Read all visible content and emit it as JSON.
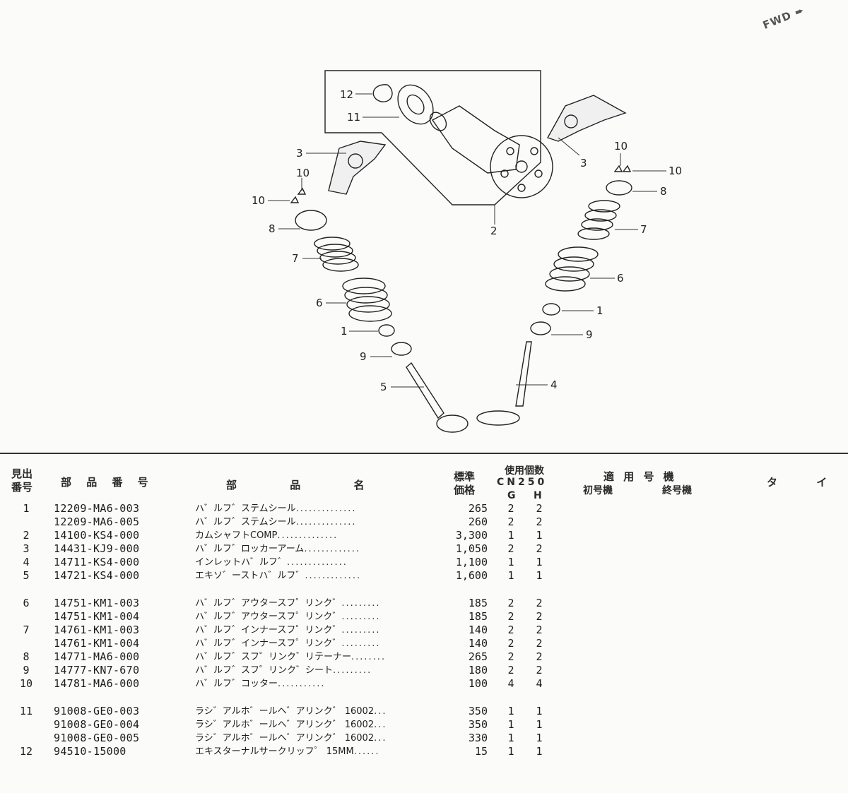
{
  "fwd_label": "FWD",
  "diagram": {
    "callouts": [
      "12",
      "11",
      "3",
      "10",
      "10",
      "10",
      "8",
      "7",
      "6",
      "1",
      "9",
      "5",
      "2",
      "3",
      "10",
      "10",
      "8",
      "7",
      "6",
      "1",
      "9",
      "4"
    ]
  },
  "table": {
    "headers": {
      "ref_no": "見出番号",
      "part_no": "部 品 番 号",
      "part_name": "部 品 名",
      "price": "標準価格",
      "qty_group": "使用個数",
      "model": "CN250",
      "col_g": "G",
      "col_h": "H",
      "applicable": "適 用 号 機",
      "first_no": "初号機",
      "last_no": "終号機",
      "type": "タ イ"
    },
    "rows": [
      {
        "ref": "1",
        "part": "12209-MA6-003",
        "name": "ハ゛ルフ゛ステムシール",
        "dots": "..............",
        "price": "265",
        "g": "2",
        "h": "2"
      },
      {
        "ref": "",
        "part": "12209-MA6-005",
        "name": "ハ゛ルフ゛ステムシール",
        "dots": "..............",
        "price": "260",
        "g": "2",
        "h": "2"
      },
      {
        "ref": "2",
        "part": "14100-KS4-000",
        "name": "カムシャフトCOMP",
        "dots": "..............",
        "price": "3,300",
        "g": "1",
        "h": "1"
      },
      {
        "ref": "3",
        "part": "14431-KJ9-000",
        "name": "ハ゛ルフ゛ロッカーアーム",
        "dots": ".............",
        "price": "1,050",
        "g": "2",
        "h": "2"
      },
      {
        "ref": "4",
        "part": "14711-KS4-000",
        "name": "インレットハ゛ルフ゛",
        "dots": "..............",
        "price": "1,100",
        "g": "1",
        "h": "1"
      },
      {
        "ref": "5",
        "part": "14721-KS4-000",
        "name": "エキソ゛ーストハ゛ルフ゛",
        "dots": ".............",
        "price": "1,600",
        "g": "1",
        "h": "1"
      },
      {
        "ref": "6",
        "part": "14751-KM1-003",
        "name": "ハ゛ルフ゛アウタースフ゜リンク゛",
        "dots": ".........",
        "price": "185",
        "g": "2",
        "h": "2"
      },
      {
        "ref": "",
        "part": "14751-KM1-004",
        "name": "ハ゛ルフ゛アウタースフ゜リンク゛",
        "dots": ".........",
        "price": "185",
        "g": "2",
        "h": "2"
      },
      {
        "ref": "7",
        "part": "14761-KM1-003",
        "name": "ハ゛ルフ゛インナースフ゜リンク゛",
        "dots": ".........",
        "price": "140",
        "g": "2",
        "h": "2"
      },
      {
        "ref": "",
        "part": "14761-KM1-004",
        "name": "ハ゛ルフ゛インナースフ゜リンク゛",
        "dots": ".........",
        "price": "140",
        "g": "2",
        "h": "2"
      },
      {
        "ref": "8",
        "part": "14771-MA6-000",
        "name": "ハ゛ルフ゛スフ゜リンク゛リテーナー",
        "dots": "........",
        "price": "265",
        "g": "2",
        "h": "2"
      },
      {
        "ref": "9",
        "part": "14777-KN7-670",
        "name": "ハ゛ルフ゛スフ゜リンク゛シート",
        "dots": ".........",
        "price": "180",
        "g": "2",
        "h": "2"
      },
      {
        "ref": "10",
        "part": "14781-MA6-000",
        "name": "ハ゛ルフ゛コッター",
        "dots": "...........",
        "price": "100",
        "g": "4",
        "h": "4"
      },
      {
        "ref": "11",
        "part": "91008-GE0-003",
        "name": "ラシ゛アルホ゛ールヘ゛アリンク゛ 16002",
        "dots": "...",
        "price": "350",
        "g": "1",
        "h": "1"
      },
      {
        "ref": "",
        "part": "91008-GE0-004",
        "name": "ラシ゛アルホ゛ールヘ゛アリンク゛ 16002",
        "dots": "...",
        "price": "350",
        "g": "1",
        "h": "1"
      },
      {
        "ref": "",
        "part": "91008-GE0-005",
        "name": "ラシ゛アルホ゛ールヘ゛アリンク゛ 16002",
        "dots": "...",
        "price": "330",
        "g": "1",
        "h": "1"
      },
      {
        "ref": "12",
        "part": "94510-15000",
        "name": "エキスターナルサークリッフ゜ 15MM",
        "dots": "......",
        "price": "15",
        "g": "1",
        "h": "1"
      }
    ]
  }
}
